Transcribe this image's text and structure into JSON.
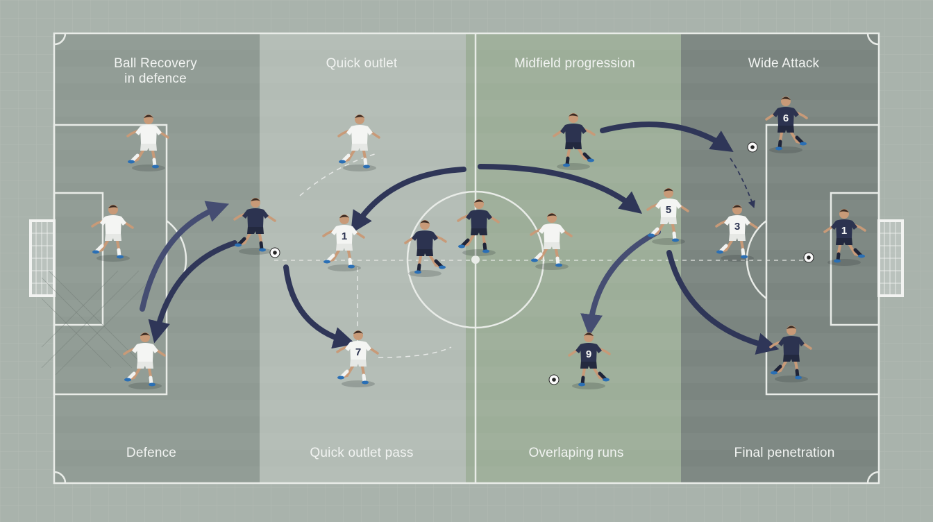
{
  "zones": [
    {
      "top_label": "Ball Recovery\nin defence",
      "bottom_label": "Defence",
      "color": "#8f9a93"
    },
    {
      "top_label": "Quick outlet",
      "bottom_label": "Quick outlet pass",
      "color": "#b3bcb5"
    },
    {
      "top_label": "Midfield progression",
      "bottom_label": "Overlaping runs",
      "color": "#9dae99"
    },
    {
      "top_label": "Wide Attack",
      "bottom_label": "Final penetration",
      "color": "#7b8580"
    }
  ],
  "players": [
    {
      "team": "white",
      "number": ""
    },
    {
      "team": "white",
      "number": ""
    },
    {
      "team": "white",
      "number": ""
    },
    {
      "team": "white",
      "number": ""
    },
    {
      "team": "white",
      "number": "1"
    },
    {
      "team": "white",
      "number": "7"
    },
    {
      "team": "white",
      "number": ""
    },
    {
      "team": "white",
      "number": "5"
    },
    {
      "team": "white",
      "number": "3"
    },
    {
      "team": "navy",
      "number": ""
    },
    {
      "team": "navy",
      "number": ""
    },
    {
      "team": "navy",
      "number": ""
    },
    {
      "team": "navy",
      "number": ""
    },
    {
      "team": "navy",
      "number": "6"
    },
    {
      "team": "navy",
      "number": "1"
    },
    {
      "team": "navy",
      "number": "9"
    },
    {
      "team": "navy",
      "number": ""
    }
  ],
  "colors": {
    "white_kit": "#f4f5f3",
    "navy_kit": "#2c3350",
    "arrow": "#2f3658",
    "line": "#e9ece8"
  }
}
